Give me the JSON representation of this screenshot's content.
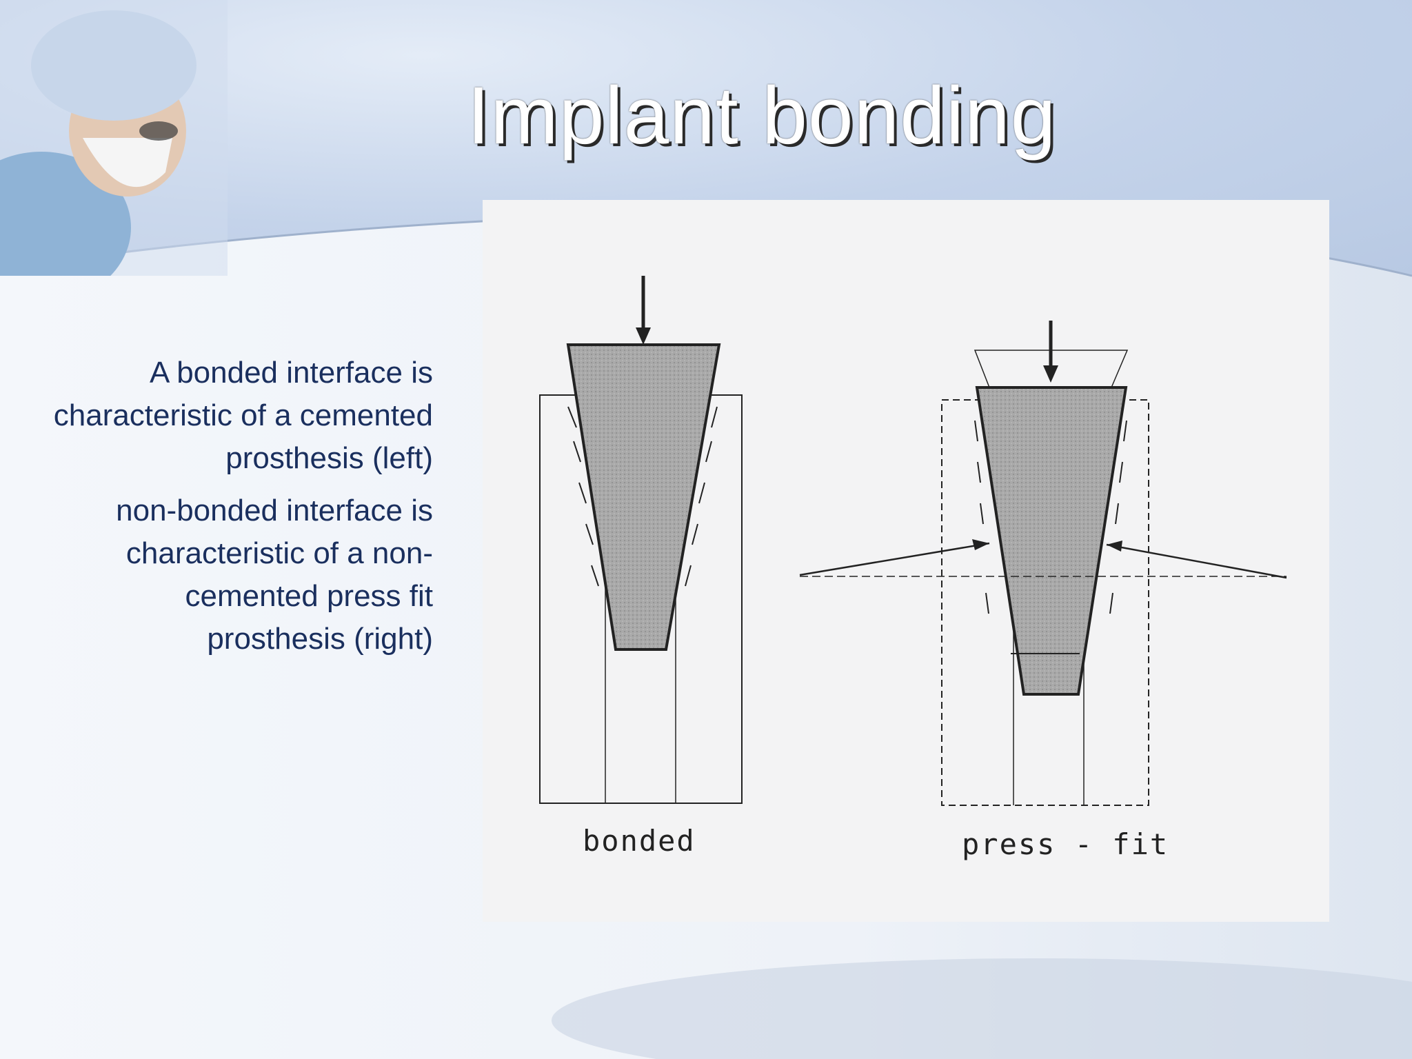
{
  "slide": {
    "title": "Implant bonding",
    "bullets": [
      "A bonded interface is characteristic of a cemented prosthesis (left)",
      "non-bonded interface is characteristic of a non-cemented press fit prosthesis (right)"
    ]
  },
  "figure": {
    "caption_left": "bonded",
    "caption_right": "press - fit"
  },
  "colors": {
    "title_text": "#ffffff",
    "body_text": "#1a2f5e",
    "implant_fill": "#a8a8a8"
  }
}
